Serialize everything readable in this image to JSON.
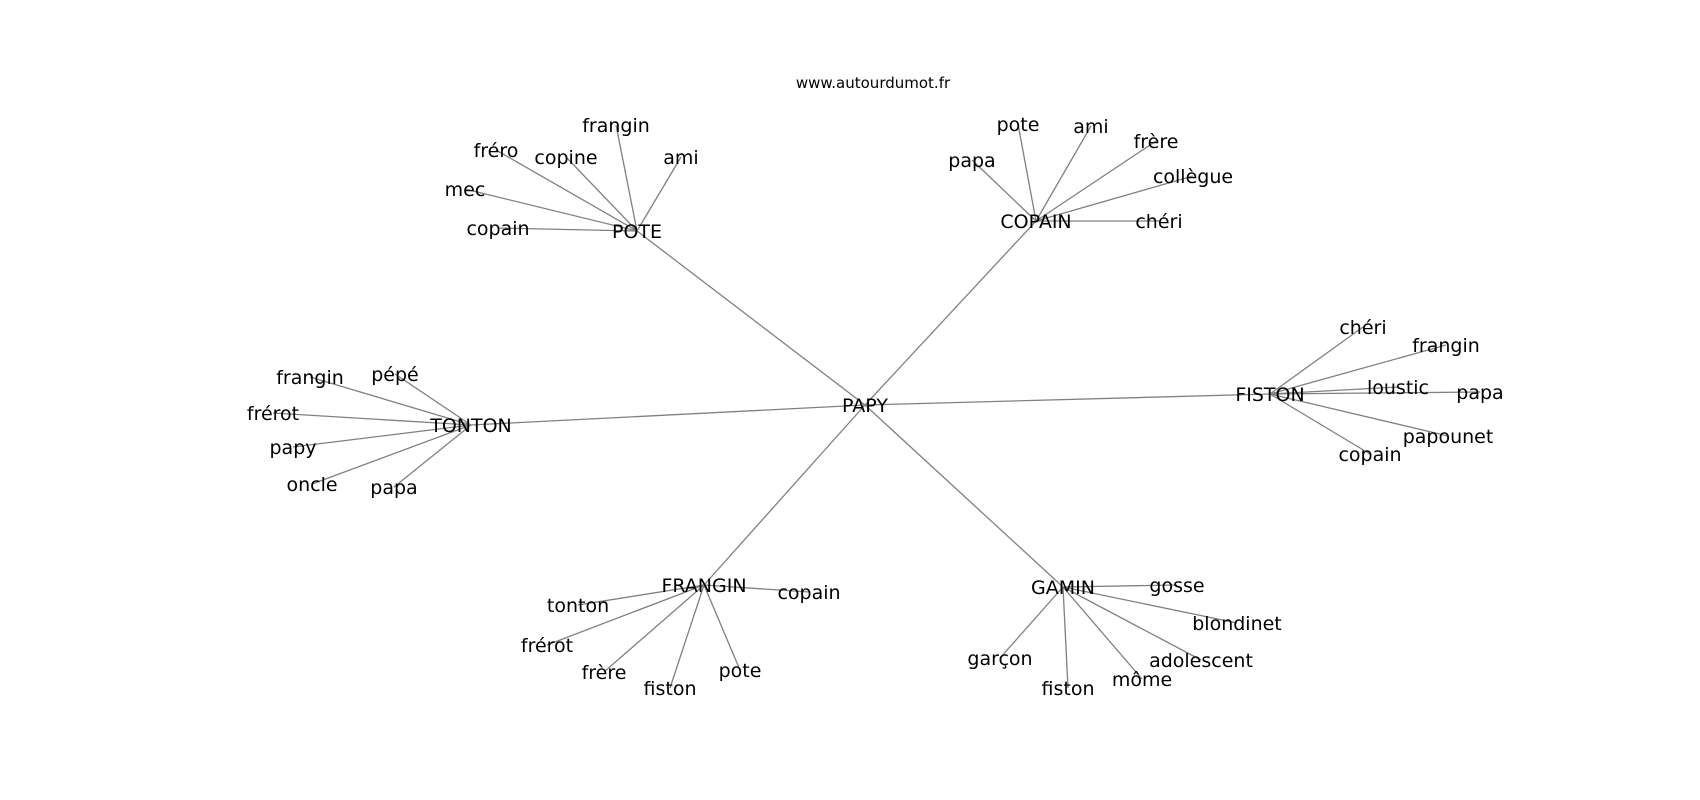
{
  "source": "www.autourdumot.fr",
  "colors": {
    "edge": "#808080",
    "text": "#000000",
    "background": "#ffffff"
  },
  "graph": {
    "center": "PAPY",
    "groups": [
      {
        "hub": "POTE",
        "leaves": [
          "frangin",
          "fréro",
          "copine",
          "ami",
          "mec",
          "copain"
        ]
      },
      {
        "hub": "COPAIN",
        "leaves": [
          "pote",
          "ami",
          "papa",
          "frère",
          "collègue",
          "chéri"
        ]
      },
      {
        "hub": "FISTON",
        "leaves": [
          "chéri",
          "frangin",
          "loustic",
          "papa",
          "papounet",
          "copain"
        ]
      },
      {
        "hub": "GAMIN",
        "leaves": [
          "gosse",
          "blondinet",
          "adolescent",
          "môme",
          "fiston",
          "garçon"
        ]
      },
      {
        "hub": "FRANGIN",
        "leaves": [
          "copain",
          "tonton",
          "frérot",
          "frère",
          "fiston",
          "pote"
        ]
      },
      {
        "hub": "TONTON",
        "leaves": [
          "pépé",
          "frangin",
          "frérot",
          "papy",
          "oncle",
          "papa"
        ]
      }
    ]
  }
}
